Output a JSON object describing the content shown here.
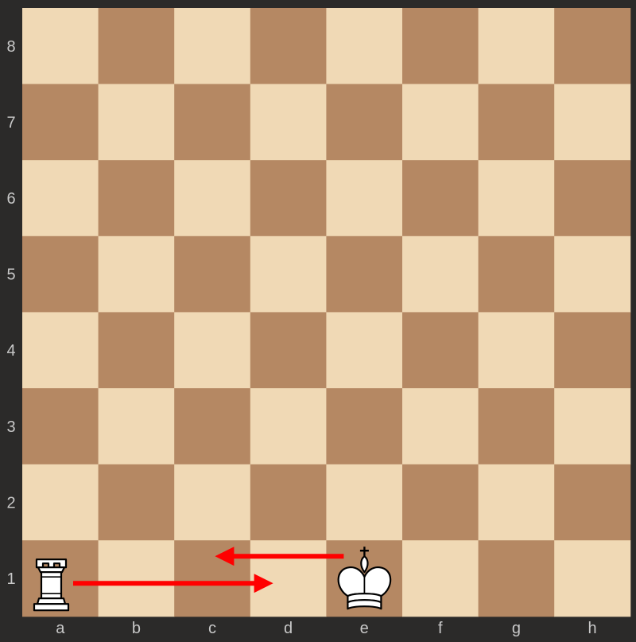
{
  "board": {
    "colors": {
      "light": "#f0d9b5",
      "dark": "#b58863",
      "background": "#2b2a29",
      "arrow": "#ff0000",
      "coordinate_text": "#c8c8c8"
    },
    "files": [
      "a",
      "b",
      "c",
      "d",
      "e",
      "f",
      "g",
      "h"
    ],
    "ranks": [
      "8",
      "7",
      "6",
      "5",
      "4",
      "3",
      "2",
      "1"
    ],
    "orientation": "white-bottom"
  },
  "pieces": [
    {
      "square": "a1",
      "type": "rook",
      "color": "white",
      "icon": "white-rook-icon"
    },
    {
      "square": "e1",
      "type": "king",
      "color": "white",
      "icon": "white-king-icon"
    }
  ],
  "arrows": [
    {
      "from": "e1",
      "to": "c1",
      "color": "#ff0000",
      "name": "king-move-arrow"
    },
    {
      "from": "a1",
      "to": "d1",
      "color": "#ff0000",
      "name": "rook-move-arrow"
    }
  ]
}
